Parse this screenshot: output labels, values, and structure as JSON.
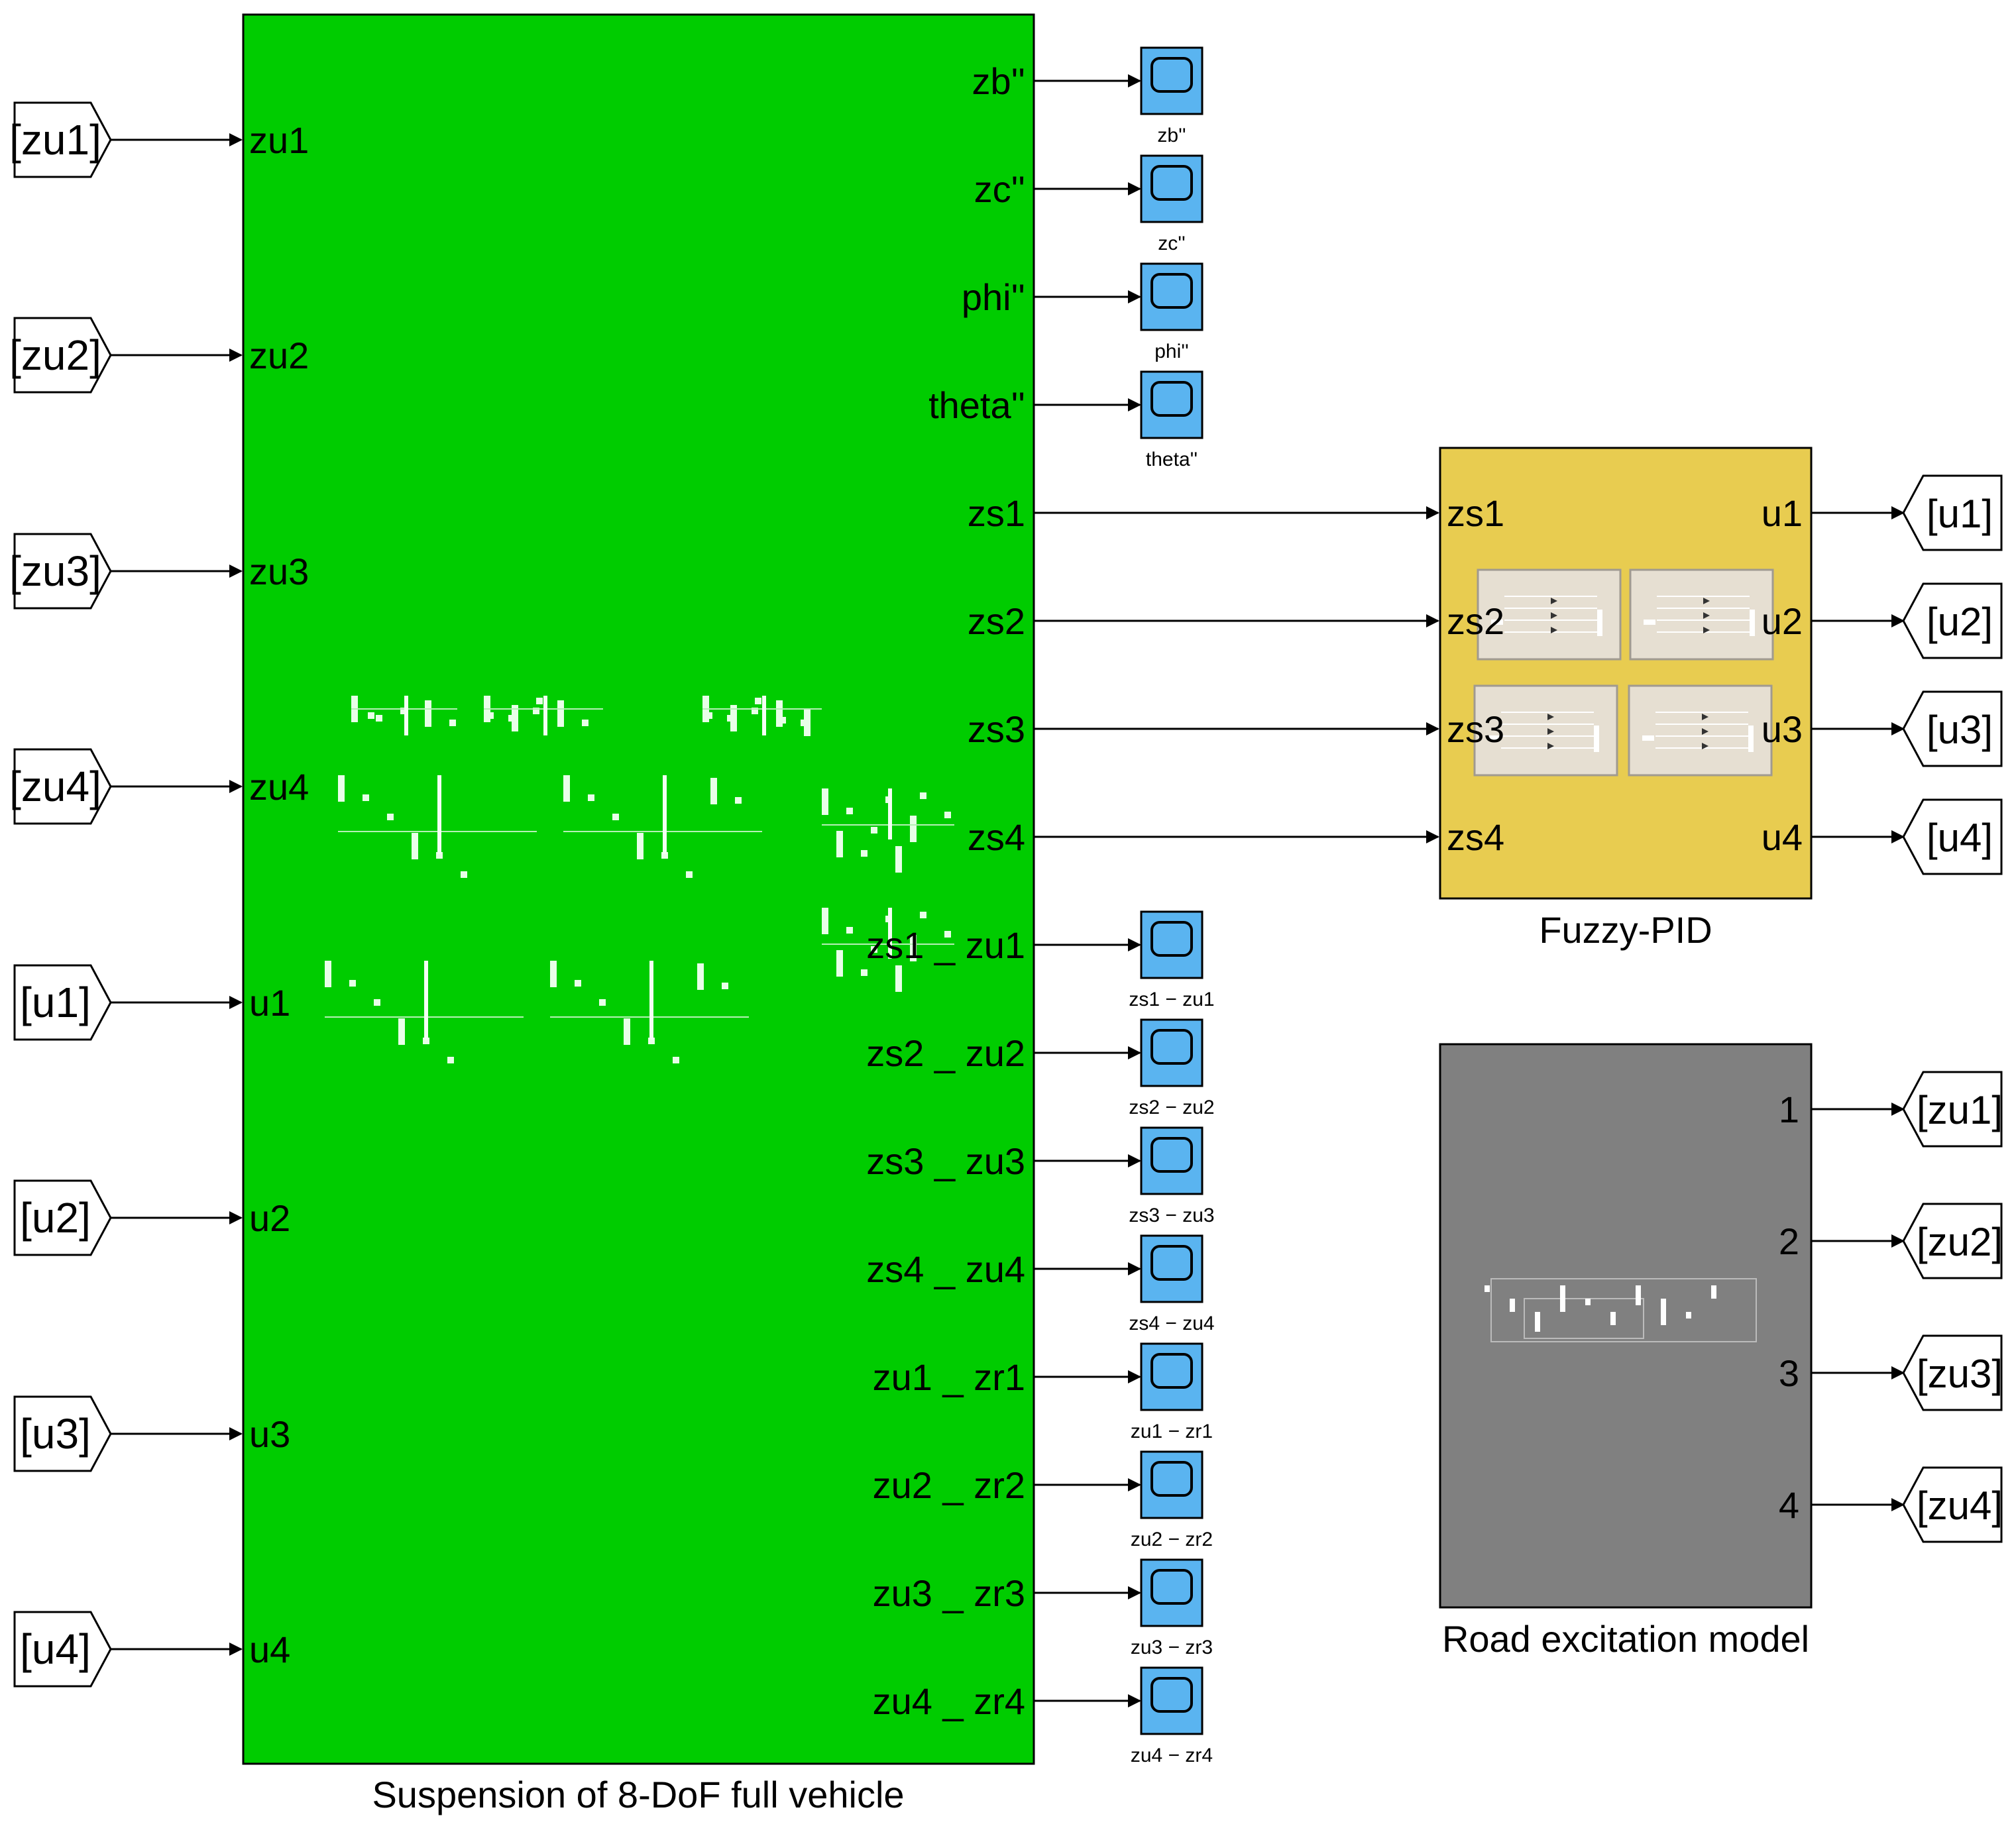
{
  "colors": {
    "vehicle_block": "#00cc00",
    "controller_block": "#e8cc50",
    "road_block": "#808080",
    "scope": "#5ab4f0",
    "line": "#000000",
    "inner_subsystem": "#e6dfd2"
  },
  "vehicle": {
    "title": "Suspension of 8-DoF full vehicle",
    "inputs": [
      "zu1",
      "zu2",
      "zu3",
      "zu4",
      "u1",
      "u2",
      "u3",
      "u4"
    ],
    "outputs": [
      "zb''",
      "zc''",
      "phi''",
      "theta''",
      "zs1",
      "zs2",
      "zs3",
      "zs4",
      "zs1 _ zu1",
      "zs2 _ zu2",
      "zs3 _ zu3",
      "zs4 _ zu4",
      "zu1 _ zr1",
      "zu2 _ zr2",
      "zu3 _ zr3",
      "zu4 _ zr4"
    ]
  },
  "from_tags": [
    "[zu1]",
    "[zu2]",
    "[zu3]",
    "[zu4]",
    "[u1]",
    "[u2]",
    "[u3]",
    "[u4]"
  ],
  "scopes": [
    {
      "label": "zb''",
      "icon": "scope-icon"
    },
    {
      "label": "zc''",
      "icon": "scope-icon"
    },
    {
      "label": "phi''",
      "icon": "scope-icon"
    },
    {
      "label": "theta''",
      "icon": "scope-icon"
    },
    {
      "label": "zs1 − zu1",
      "icon": "scope-icon"
    },
    {
      "label": "zs2 − zu2",
      "icon": "scope-icon"
    },
    {
      "label": "zs3 − zu3",
      "icon": "scope-icon"
    },
    {
      "label": "zs4 − zu4",
      "icon": "scope-icon"
    },
    {
      "label": "zu1 − zr1",
      "icon": "scope-icon"
    },
    {
      "label": "zu2 − zr2",
      "icon": "scope-icon"
    },
    {
      "label": "zu3 − zr3",
      "icon": "scope-icon"
    },
    {
      "label": "zu4 − zr4",
      "icon": "scope-icon"
    }
  ],
  "controller": {
    "title": "Fuzzy-PID",
    "inputs": [
      "zs1",
      "zs2",
      "zs3",
      "zs4"
    ],
    "outputs": [
      "u1",
      "u2",
      "u3",
      "u4"
    ]
  },
  "controller_goto_tags": [
    "[u1]",
    "[u2]",
    "[u3]",
    "[u4]"
  ],
  "road": {
    "title": "Road excitation model",
    "outputs": [
      "1",
      "2",
      "3",
      "4"
    ]
  },
  "road_goto_tags": [
    "[zu1]",
    "[zu2]",
    "[zu3]",
    "[zu4]"
  ]
}
